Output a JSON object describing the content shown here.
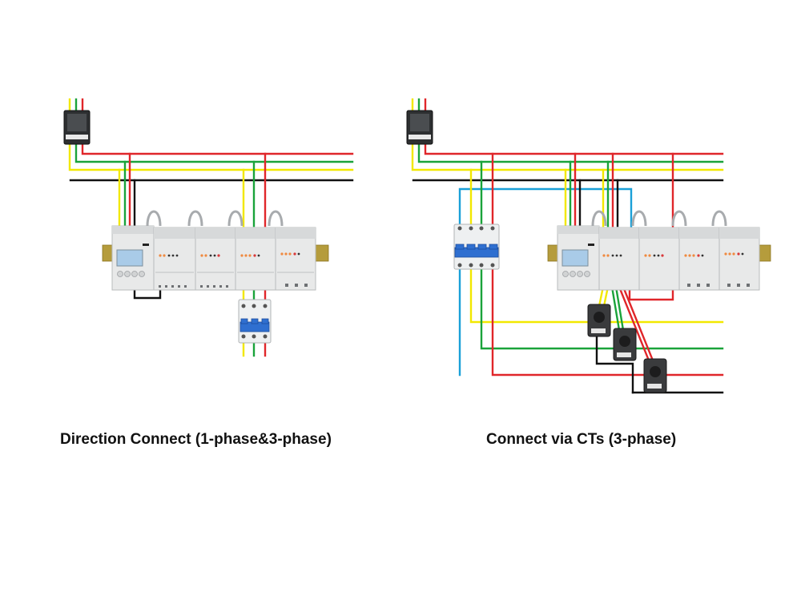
{
  "captions": {
    "left": "Direction Connect (1-phase&3-phase)",
    "right": "Connect via CTs (3-phase)"
  },
  "wire_colors": {
    "phase_a": "#f2e800",
    "phase_b": "#1aa33a",
    "phase_c": "#e0262a",
    "neutral": "#111111",
    "aux": "#1aa0d8"
  },
  "diagrams": [
    {
      "name": "direct-connect",
      "components": [
        "main-breaker",
        "multi-channel-meter",
        "three-pole-mcb"
      ],
      "meter_modules": 5
    },
    {
      "name": "ct-connect",
      "components": [
        "main-breaker",
        "four-pole-mcb",
        "multi-channel-meter",
        "current-transformer-a",
        "current-transformer-b",
        "current-transformer-c"
      ],
      "meter_modules": 5,
      "current_transformers": 3
    }
  ]
}
